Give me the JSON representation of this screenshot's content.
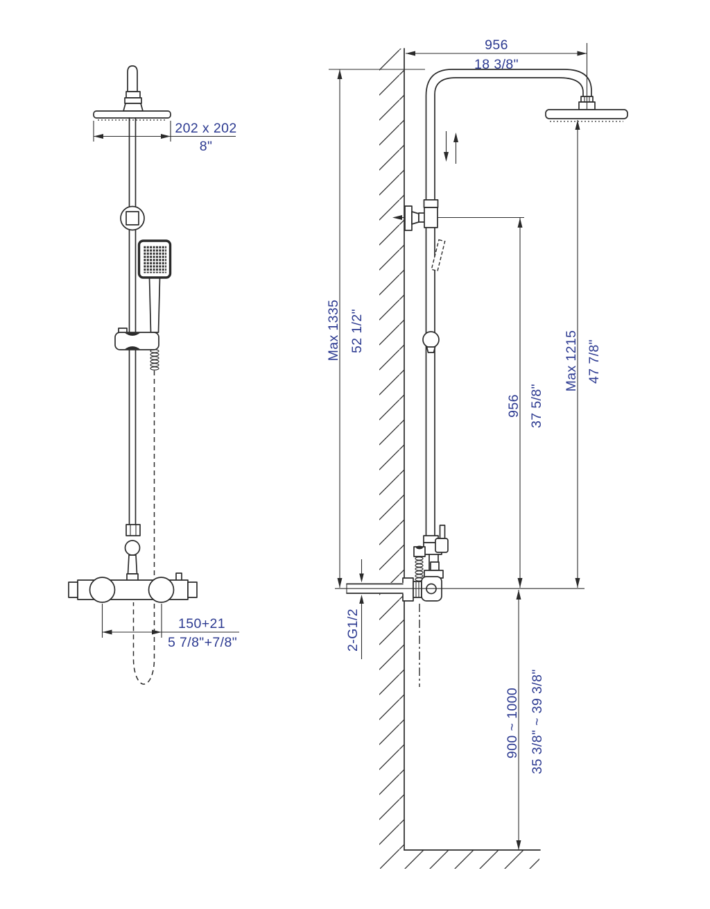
{
  "drawing_type": "shower-system-installation-dimensions",
  "colors": {
    "line": "#2a2a2a",
    "dimension_text": "#2b3990",
    "background": "#ffffff"
  },
  "front_view": {
    "head_width": {
      "mm": "202 x 202",
      "inch": "8\""
    },
    "inlet_spacing": {
      "mm": "150+21",
      "inch": "5 7/8\"+7/8\""
    }
  },
  "side_view": {
    "arm_reach": {
      "mm": "956",
      "inch": "18 3/8\""
    },
    "max_overall_height": {
      "mm": "Max 1335",
      "inch": "52 1/2\""
    },
    "rail_length": {
      "mm": "956",
      "inch": "37 5/8\""
    },
    "max_head_height": {
      "mm": "Max 1215",
      "inch": "47 7/8\""
    },
    "supply_connection": {
      "label": "2-G1/2"
    },
    "valve_install_height": {
      "mm": "900 ~ 1000",
      "inch": "35 3/8\" ~ 39 3/8\""
    }
  }
}
